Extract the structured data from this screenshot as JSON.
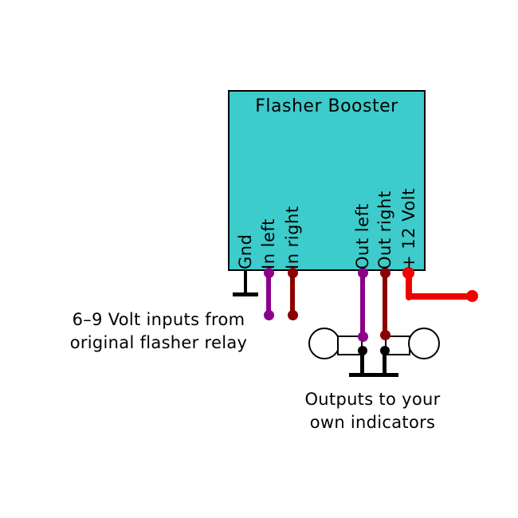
{
  "diagram": {
    "title": "Flasher Booster",
    "pins": [
      {
        "id": "gnd",
        "label": "Gnd",
        "wire_color": "#000000"
      },
      {
        "id": "in-left",
        "label": "In left",
        "wire_color": "#8B008B"
      },
      {
        "id": "in-right",
        "label": "In right",
        "wire_color": "#8B0000"
      },
      {
        "id": "out-left",
        "label": "Out left",
        "wire_color": "#8B008B"
      },
      {
        "id": "out-right",
        "label": "Out right",
        "wire_color": "#8B0000"
      },
      {
        "id": "plus-12v",
        "label": "+ 12 Volt",
        "wire_color": "#F20000"
      }
    ],
    "annotations": {
      "inputs": {
        "line1": "6–9 Volt inputs from",
        "line2": "original flasher relay"
      },
      "outputs": {
        "line1": "Outputs to your",
        "line2": "own indicators"
      }
    },
    "colors": {
      "background": "#FFFFFF",
      "box_fill": "#3DCBCB",
      "box_border": "#000000",
      "purple_wire": "#8B008B",
      "dark_red_wire": "#8B0000",
      "red_wire": "#F20000",
      "black_wire": "#000000"
    }
  }
}
